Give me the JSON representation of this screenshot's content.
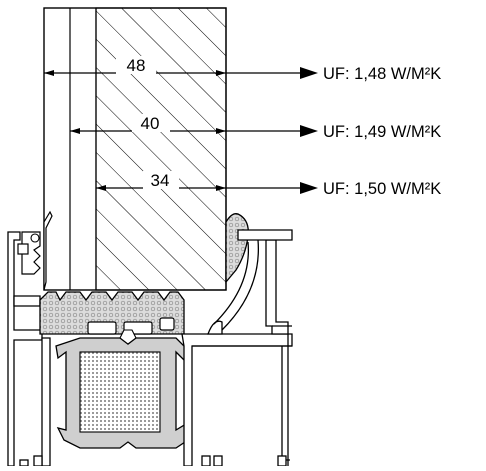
{
  "drawing": {
    "dimensions": [
      {
        "value": "48",
        "label": "UF: 1,48 W/M²K"
      },
      {
        "value": "40",
        "label": "UF: 1,49 W/M²K"
      },
      {
        "value": "34",
        "label": "UF: 1,50 W/M²K"
      }
    ],
    "colors": {
      "line": "#000000",
      "background": "#ffffff",
      "gasket": "#d9d9d9",
      "insulation": "#c8c8c8"
    }
  }
}
